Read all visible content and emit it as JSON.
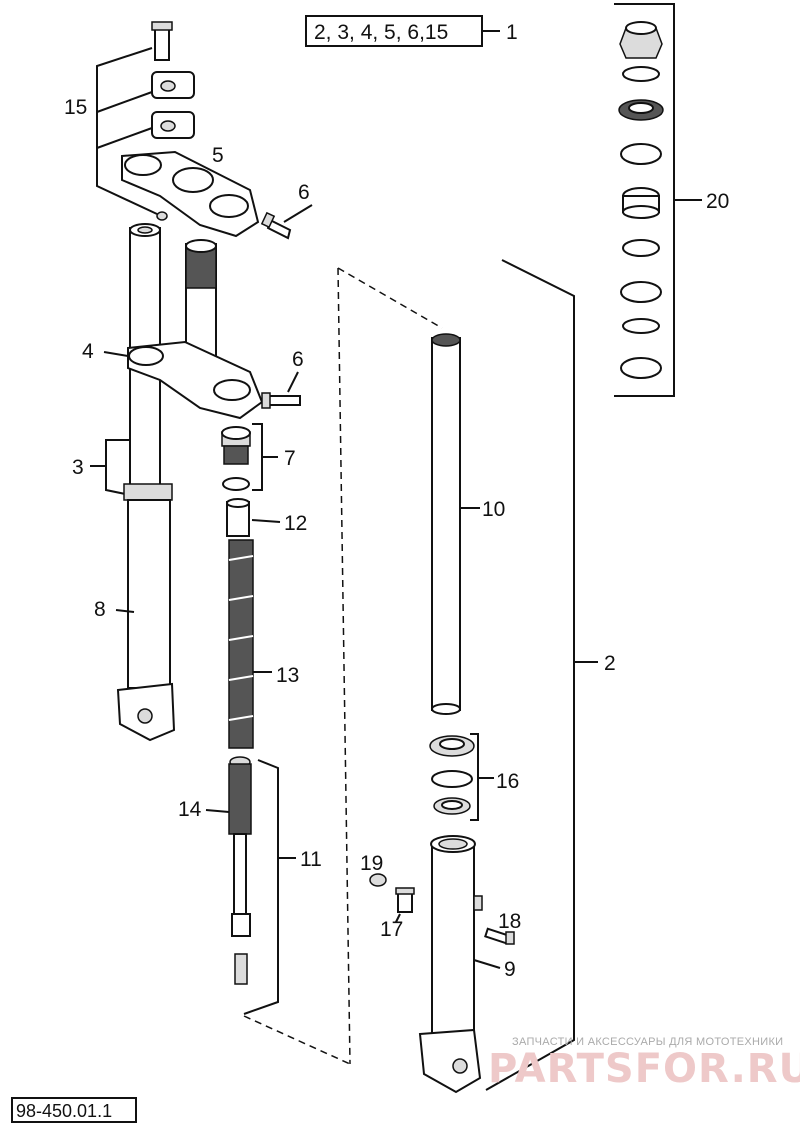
{
  "kit_label": "2, 3, 4, 5, 6,15",
  "callouts": {
    "c1": "1",
    "c2": "2",
    "c3": "3",
    "c4": "4",
    "c5": "5",
    "c6a": "6",
    "c6b": "6",
    "c7": "7",
    "c8": "8",
    "c9": "9",
    "c10": "10",
    "c11": "11",
    "c12": "12",
    "c13": "13",
    "c14": "14",
    "c15": "15",
    "c16": "16",
    "c17": "17",
    "c18": "18",
    "c19": "19",
    "c20": "20"
  },
  "reference_number": "98-450.01.1",
  "watermark": {
    "caption": "ЗАПЧАСТИ И АКСЕССУАРЫ ДЛЯ МОТОТЕХНИКИ",
    "brand": "PARTSFOR.RU"
  }
}
